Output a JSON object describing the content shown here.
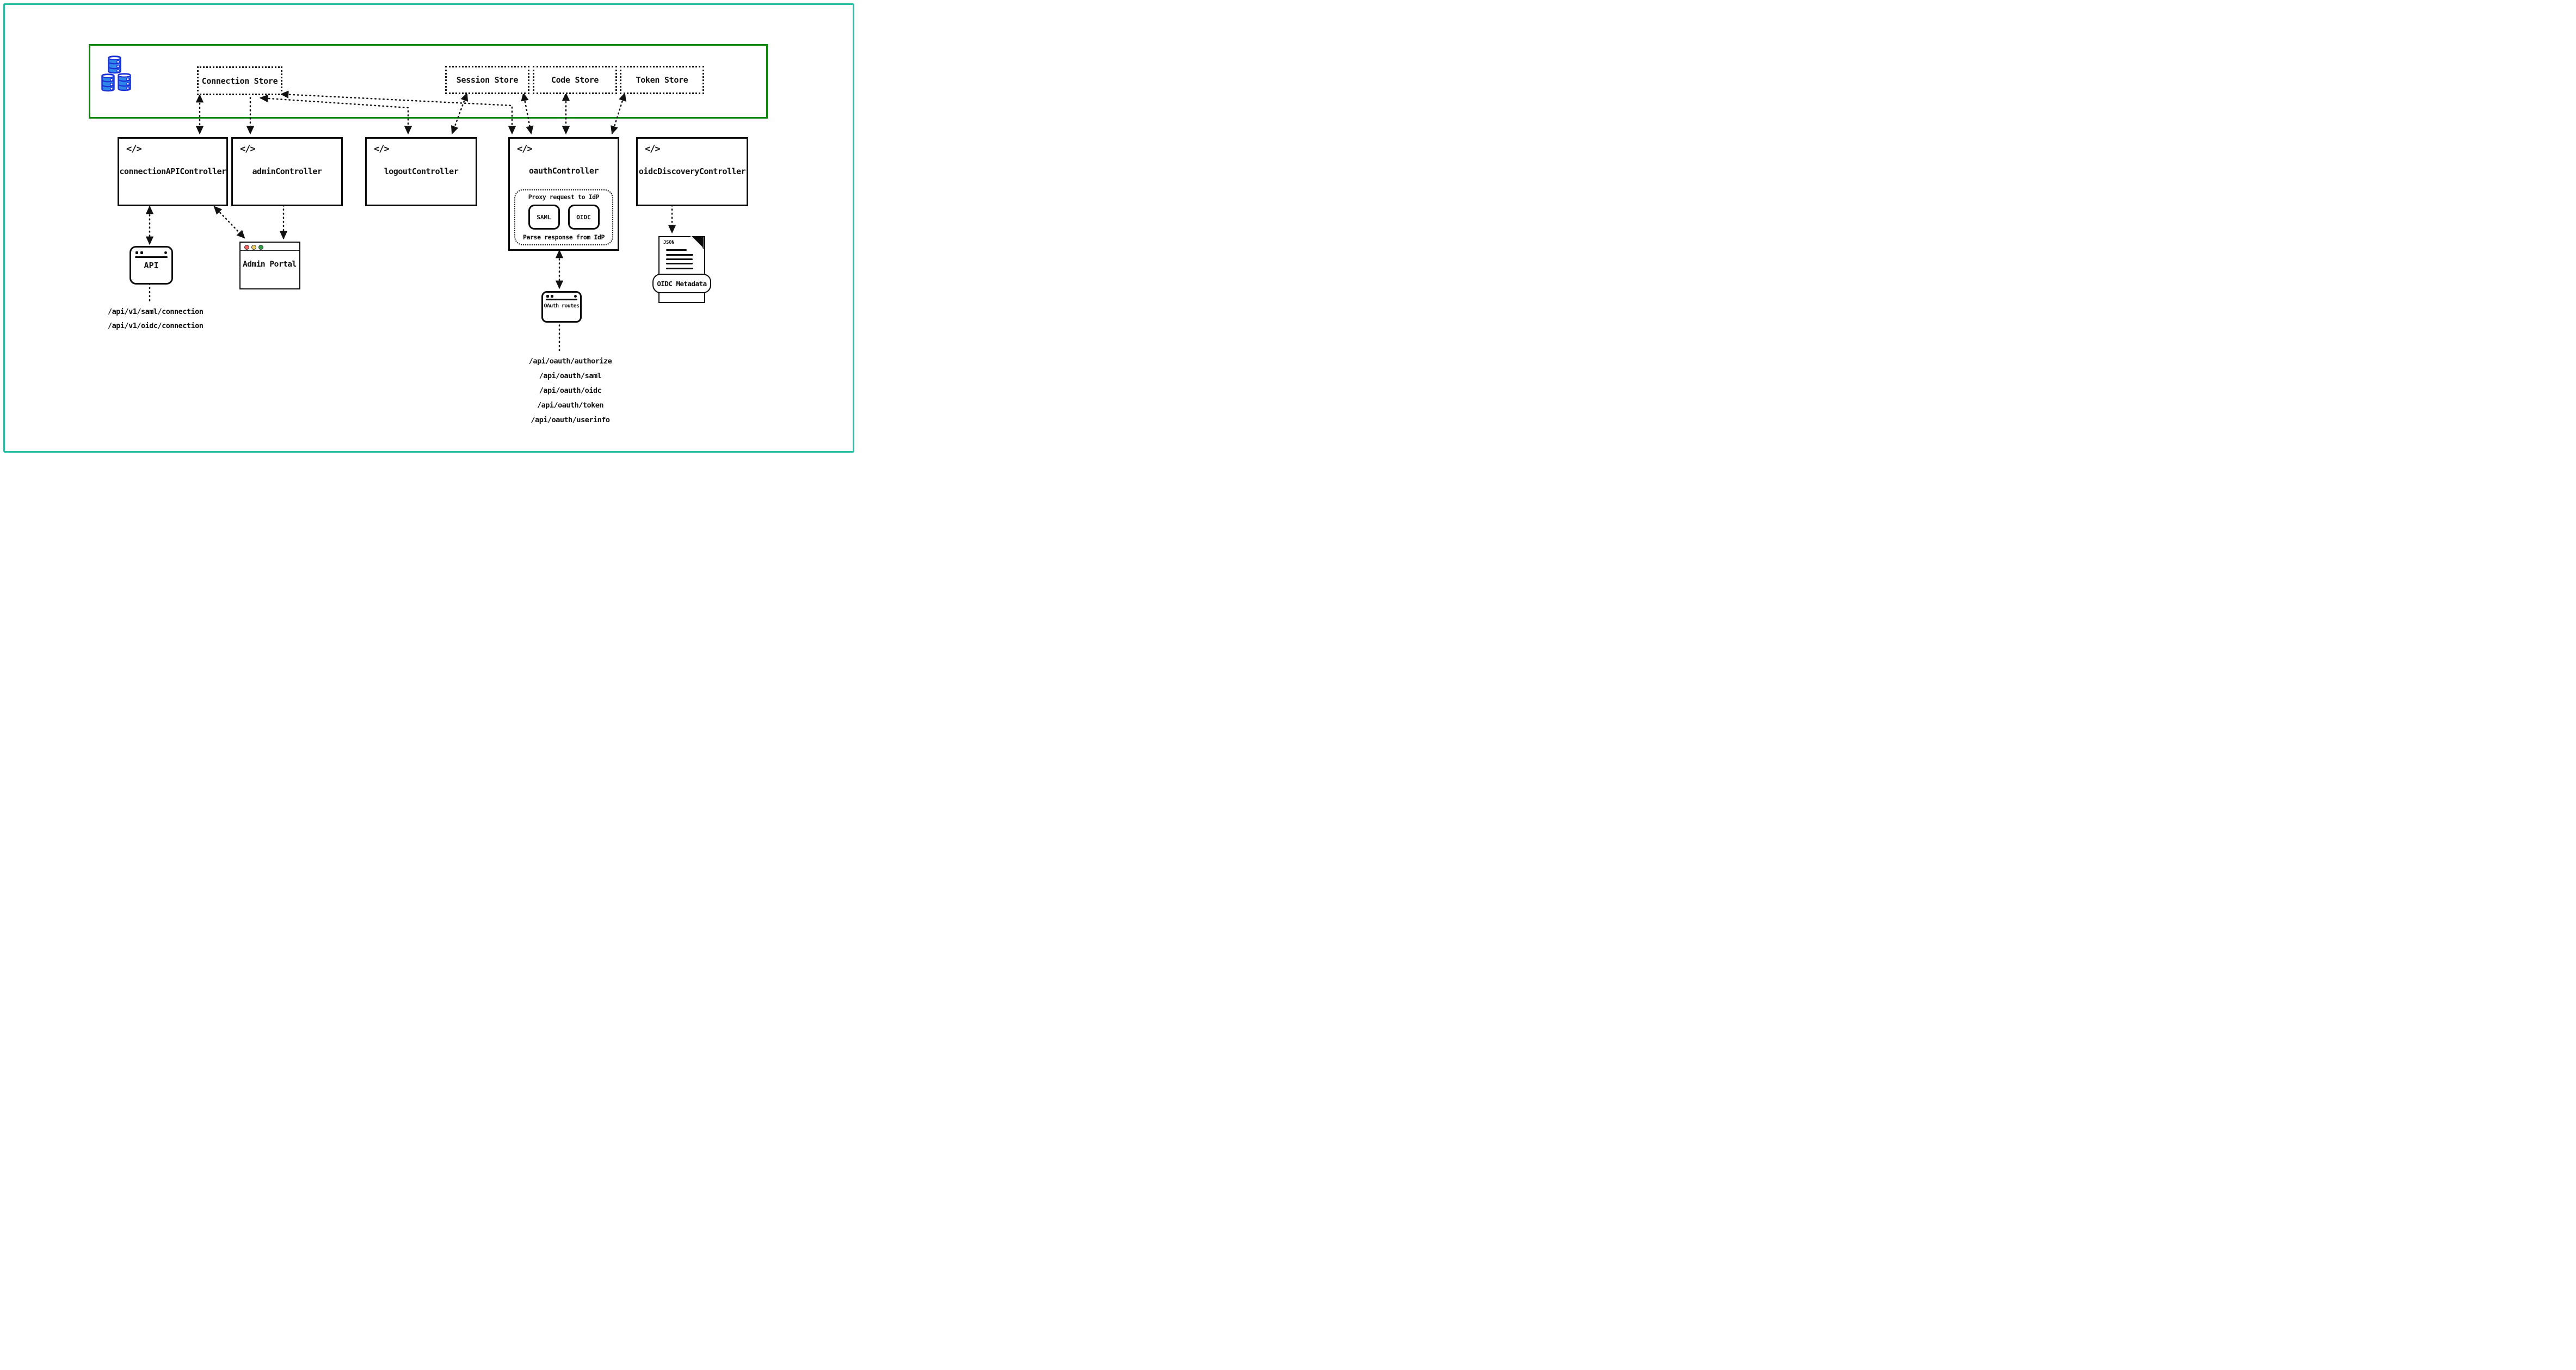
{
  "diagram": {
    "stores": [
      "Connection Store",
      "Session Store",
      "Code Store",
      "Token Store"
    ],
    "controllers": {
      "connection_api": "connectionAPIController",
      "admin": "adminController",
      "logout": "logoutController",
      "oauth": "oauthController",
      "oidc_discovery": "oidcDiscoveryController"
    },
    "code_icon_glyph": "</>",
    "oauth_internal": {
      "proxy_label": "Proxy request to IdP",
      "protocols": [
        "SAML",
        "OIDC"
      ],
      "parse_label": "Parse response from IdP"
    },
    "api_window": {
      "label": "API"
    },
    "admin_portal": {
      "label": "Admin Portal"
    },
    "oauth_routes_window": {
      "label": "OAuth routes"
    },
    "json_document": {
      "file_type": "JSON",
      "label": "OIDC Metadata"
    },
    "connection_api_routes": [
      "/api/v1/saml/connection",
      "/api/v1/oidc/connection"
    ],
    "oauth_route_list": [
      "/api/oauth/authorize",
      "/api/oauth/saml",
      "/api/oauth/oidc",
      "/api/oauth/token",
      "/api/oauth/userinfo"
    ],
    "colors": {
      "frame_teal": "#2abda3",
      "store_zone_green": "#0a850a",
      "database_blue": "#2e87e9",
      "database_outline": "#1b2fd6",
      "traffic_red": "#f4615e",
      "traffic_yellow": "#f2ce60",
      "traffic_green": "#2f9e44",
      "wire_black": "#111111"
    }
  }
}
